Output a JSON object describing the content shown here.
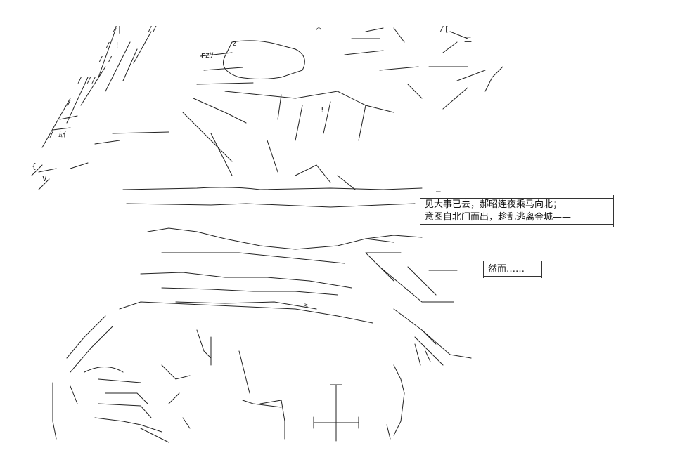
{
  "dialogue": {
    "line_1": "见大事已去，郝昭连夜乘马向北；",
    "line_2": "意图自北门而出，趁乱逃离金城——",
    "aside": "然而……"
  }
}
